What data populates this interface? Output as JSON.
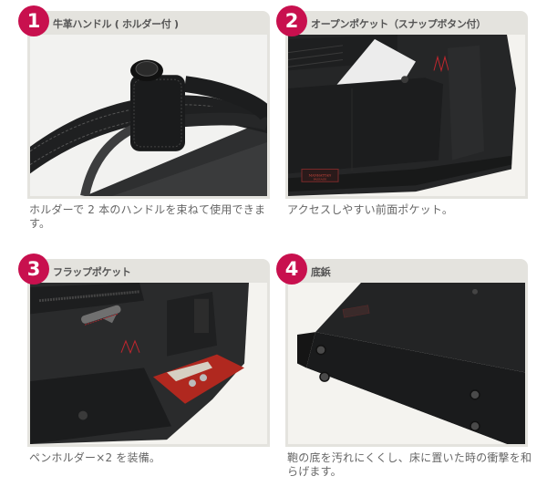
{
  "features": [
    {
      "number": "1",
      "title": "牛革ハンドル ( ホルダー付 )",
      "caption": "ホルダーで 2 本のハンドルを束ねて使用できます。",
      "image": "leather-handle-with-holder-photo"
    },
    {
      "number": "2",
      "title": "オープンポケット（スナップボタン付）",
      "caption": "アクセスしやすい前面ポケット。",
      "image": "open-pocket-with-snap-button-photo"
    },
    {
      "number": "3",
      "title": "フラップポケット",
      "caption": "ペンホルダー×2 を装備。",
      "image": "flap-pocket-pen-holder-photo"
    },
    {
      "number": "4",
      "title": "底鋲",
      "caption": "鞄の底を汚れにくくし、床に置いた時の衝撃を和らげます。",
      "image": "bottom-studs-photo"
    }
  ],
  "colors": {
    "badge": "#c8104e",
    "header_bg": "#e4e3de",
    "caption_text": "#666666",
    "title_text": "#555555"
  },
  "brand_label": "MANHATTAN PASSAGE"
}
